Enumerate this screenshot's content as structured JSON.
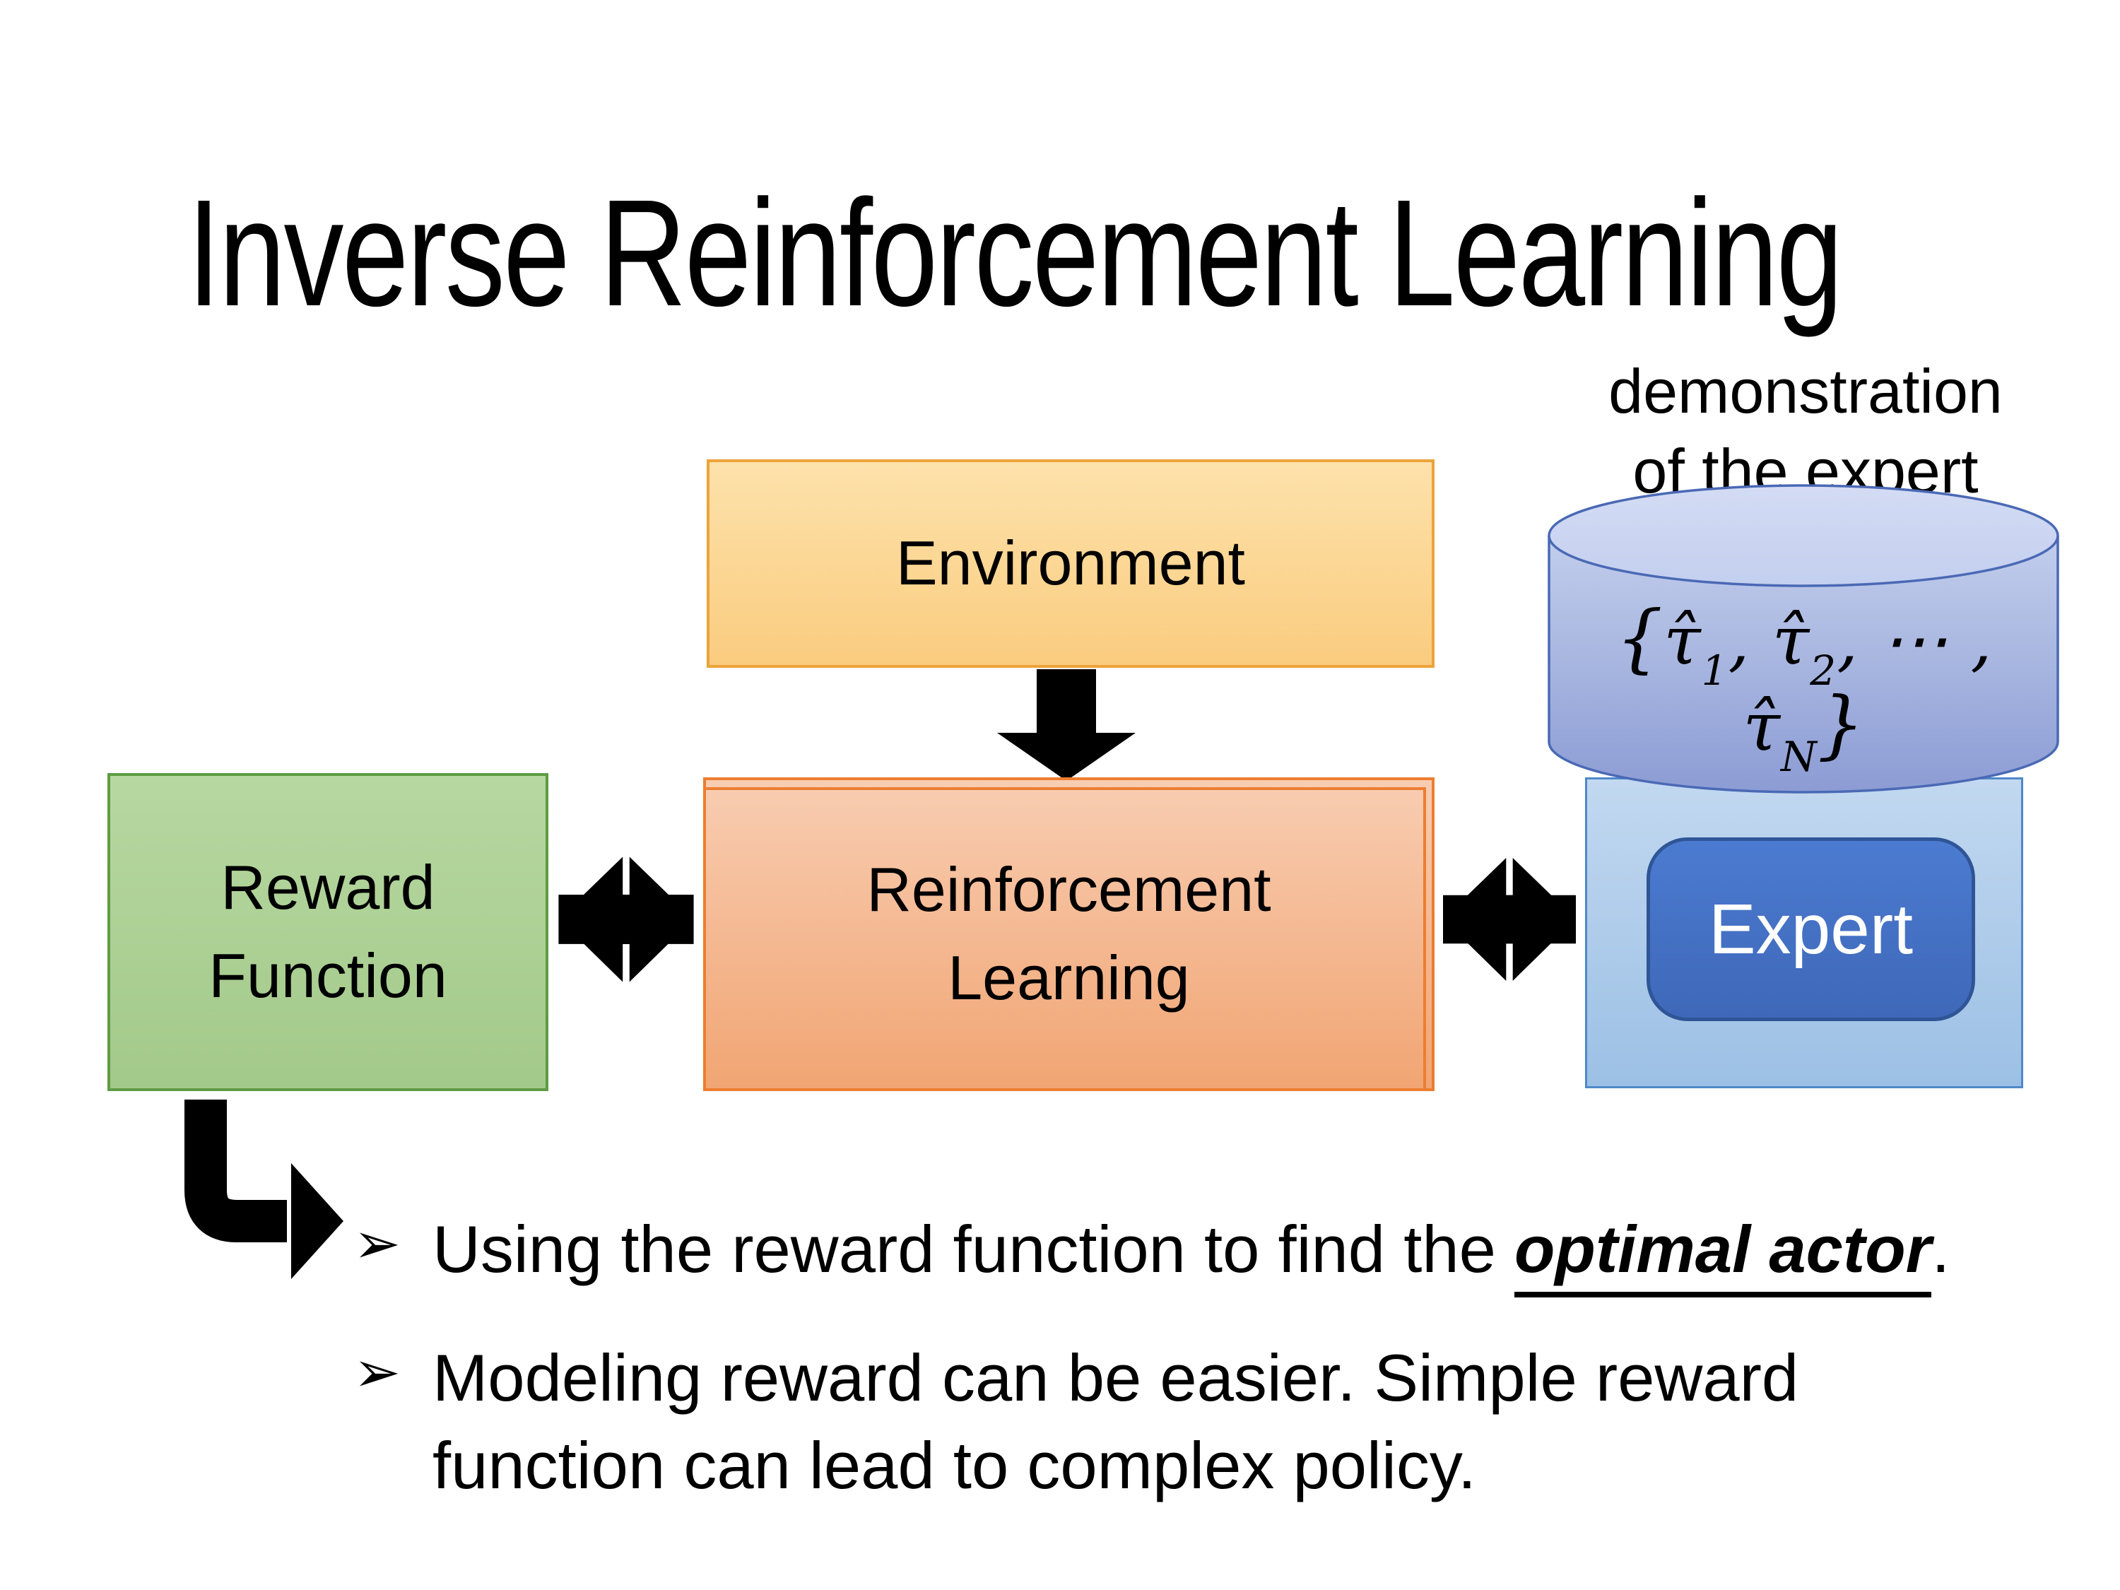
{
  "title": "Inverse Reinforcement Learning",
  "demo_label": {
    "line1": "demonstration",
    "line2": "of the expert"
  },
  "boxes": {
    "environment": {
      "label": "Environment"
    },
    "reward": {
      "line1": "Reward",
      "line2": "Function"
    },
    "reinforcement": {
      "line1": "Reinforcement",
      "line2": "Learning"
    },
    "expert": {
      "label": "Expert"
    }
  },
  "formula": {
    "open": "{",
    "tau1": "τ̂",
    "sub1": "1",
    "sep1": ", ",
    "tau2": "τ̂",
    "sub2": "2",
    "sep2": ", ⋯ , ",
    "tauN": "τ̂",
    "subN": "N",
    "close": "}"
  },
  "bullets": [
    {
      "marker": "➢",
      "prefix": "Using the reward function to find the ",
      "emphasis": "optimal actor",
      "suffix": "."
    },
    {
      "marker": "➢",
      "text": "Modeling reward can be easier. Simple reward function can lead to complex policy."
    }
  ],
  "icons": {
    "down_arrow": "down-arrow",
    "left_double_arrow": "left-right-double-arrow",
    "right_double_arrow": "left-right-double-arrow",
    "elbow_arrow": "bent-down-right-arrow",
    "cylinder": "database-cylinder"
  },
  "colors": {
    "background": "#FFFFFF",
    "text": "#000000",
    "environment_fill_top": "#FDE2AB",
    "environment_fill_bottom": "#FACC7F",
    "environment_border": "#EDA33A",
    "reward_fill_top": "#B7D8A1",
    "reward_fill_bottom": "#A3C98A",
    "reward_border": "#5E9C43",
    "rl_fill_top": "#F8CDB2",
    "rl_fill_bottom": "#F1A573",
    "rl_border": "#ED7D31",
    "expert_panel_fill_top": "#C2D8F0",
    "expert_panel_fill_bottom": "#9CC0E5",
    "expert_panel_border": "#4E89C8",
    "expert_fill": "#4472C4",
    "expert_border": "#2F5597",
    "expert_text": "#FFFFFF",
    "cylinder_body_top": "#C2CEEC",
    "cylinder_body_bottom": "#8C9CD4",
    "cylinder_top_face": "#CDD7F2",
    "cylinder_border": "#4A69B5",
    "arrow_color": "#000000"
  }
}
